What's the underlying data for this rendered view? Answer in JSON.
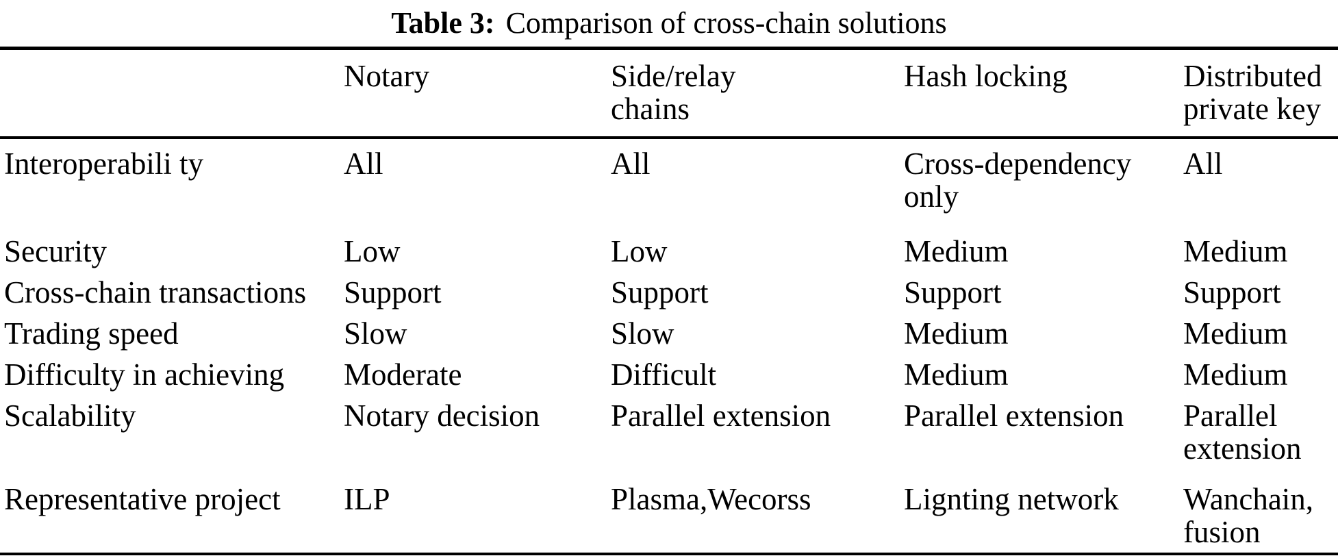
{
  "title": {
    "label": "Table 3:",
    "text": "Comparison of cross-chain solutions"
  },
  "colors": {
    "background": "#ffffff",
    "text": "#000000",
    "rule": "#000000"
  },
  "table": {
    "columns": [
      "",
      "Notary",
      "Side/relay\nchains",
      "Hash locking",
      "Distributed\nprivate key"
    ],
    "rows": [
      {
        "label": "Interoperabili ty",
        "values": [
          "All",
          "All",
          "Cross-dependency\nonly",
          "All"
        ]
      },
      {
        "label": "Security",
        "values": [
          "Low",
          "Low",
          "Medium",
          "Medium"
        ]
      },
      {
        "label": "Cross-chain transactions",
        "values": [
          "Support",
          "Support",
          "Support",
          "Support"
        ]
      },
      {
        "label": "Trading speed",
        "values": [
          "Slow",
          "Slow",
          "Medium",
          "Medium"
        ]
      },
      {
        "label": "Difficulty in achieving",
        "values": [
          "Moderate",
          "Difficult",
          "Medium",
          "Medium"
        ]
      },
      {
        "label": "Scalability",
        "values": [
          "Notary decision",
          "Parallel extension",
          "Parallel extension",
          "Parallel\nextension"
        ]
      },
      {
        "label": "Representative project",
        "values": [
          "ILP",
          "Plasma,Wecorss",
          "Lignting network",
          "Wanchain,\nfusion"
        ]
      }
    ]
  }
}
